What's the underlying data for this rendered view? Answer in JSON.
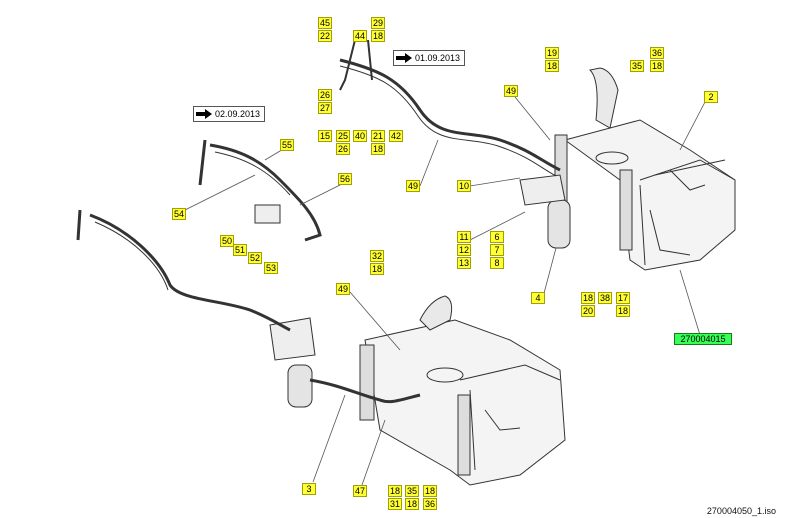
{
  "diagram": {
    "date_labels": [
      "02.09.2013",
      "01.09.2013"
    ],
    "part_number": "270004015",
    "file_reference": "270004050_1.iso",
    "callouts": [
      "45",
      "22",
      "44",
      "29",
      "18",
      "26",
      "27",
      "15",
      "25",
      "26",
      "40",
      "21",
      "18",
      "42",
      "19",
      "18",
      "49",
      "36",
      "35",
      "18",
      "2",
      "10",
      "49",
      "11",
      "12",
      "13",
      "6",
      "7",
      "8",
      "4",
      "18",
      "20",
      "17",
      "18",
      "38",
      "55",
      "56",
      "54",
      "50",
      "51",
      "52",
      "53",
      "32",
      "18",
      "49",
      "3",
      "47",
      "18",
      "31",
      "35",
      "18",
      "36",
      "18"
    ],
    "colors": {
      "callout_fill": "#ffff33",
      "part_number_fill": "#33ff55",
      "line": "#333333"
    }
  }
}
